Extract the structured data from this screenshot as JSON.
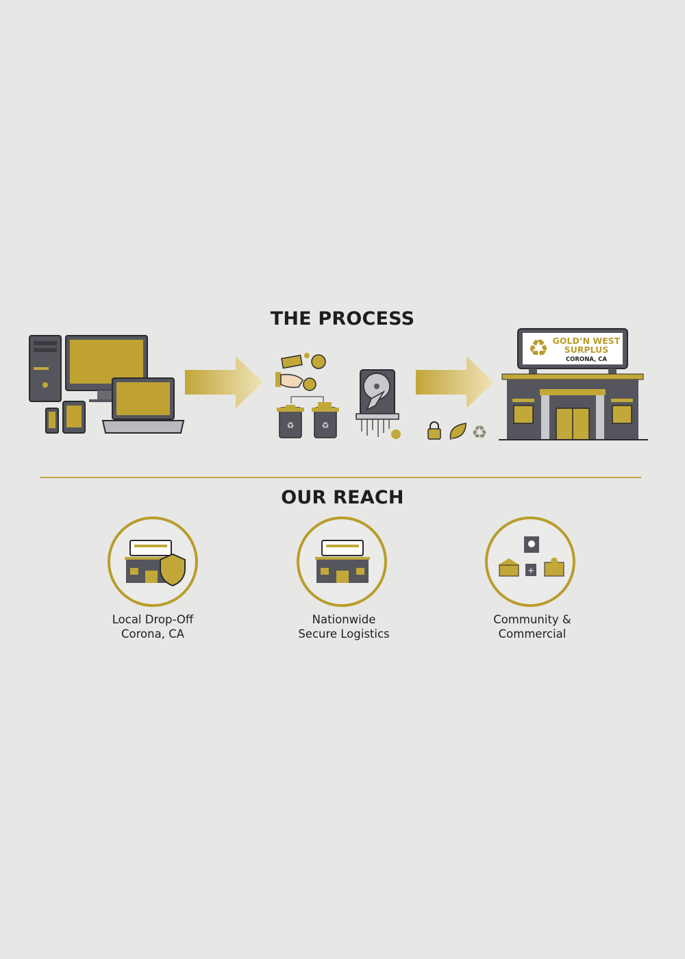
{
  "process": {
    "title": "THE PROCESS",
    "store_sign": {
      "name_line1": "GOLD’N WEST",
      "name_line2": "SURPLUS",
      "location": "CORONA, CA"
    },
    "steps": [
      "devices",
      "sorting-recycling",
      "data-destruction",
      "facility"
    ],
    "badges": [
      "lock-icon",
      "leaf-icon",
      "recycle-icon"
    ]
  },
  "reach": {
    "title": "OUR REACH",
    "items": [
      {
        "line1": "Local Drop-Off",
        "line2": "Corona, CA"
      },
      {
        "line1": "Nationwide",
        "line2": "Secure Logistics"
      },
      {
        "line1": "Community &",
        "line2": "Commercial"
      }
    ]
  },
  "colors": {
    "gold": "#b99c2c",
    "dark": "#55565d",
    "background": "#e7e8e5"
  }
}
